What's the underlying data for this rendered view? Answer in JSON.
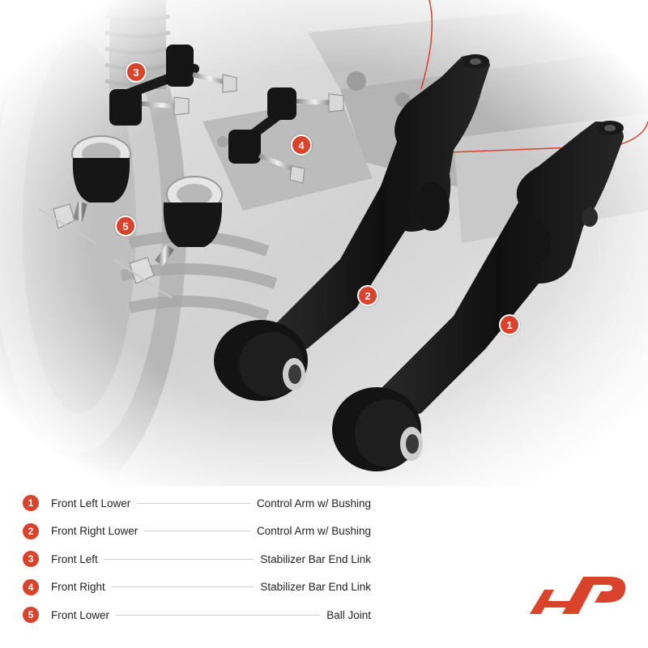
{
  "colors": {
    "accent": "#d9432b",
    "text": "#222222",
    "part": "#141414",
    "background_scene": "#cfcfcf"
  },
  "markers": [
    {
      "num": "1"
    },
    {
      "num": "2"
    },
    {
      "num": "3"
    },
    {
      "num": "4"
    },
    {
      "num": "5"
    }
  ],
  "legend": [
    {
      "num": "1",
      "position": "Front Left Lower",
      "part": "Control Arm w/ Bushing"
    },
    {
      "num": "2",
      "position": "Front Right Lower",
      "part": "Control Arm w/ Bushing"
    },
    {
      "num": "3",
      "position": "Front Left",
      "part": "Stabilizer Bar End Link"
    },
    {
      "num": "4",
      "position": "Front Right",
      "part": "Stabilizer Bar End Link"
    },
    {
      "num": "5",
      "position": "Front Lower",
      "part": "Ball Joint"
    }
  ],
  "brand": {
    "logo_icon": "a-premium-logo-icon"
  }
}
